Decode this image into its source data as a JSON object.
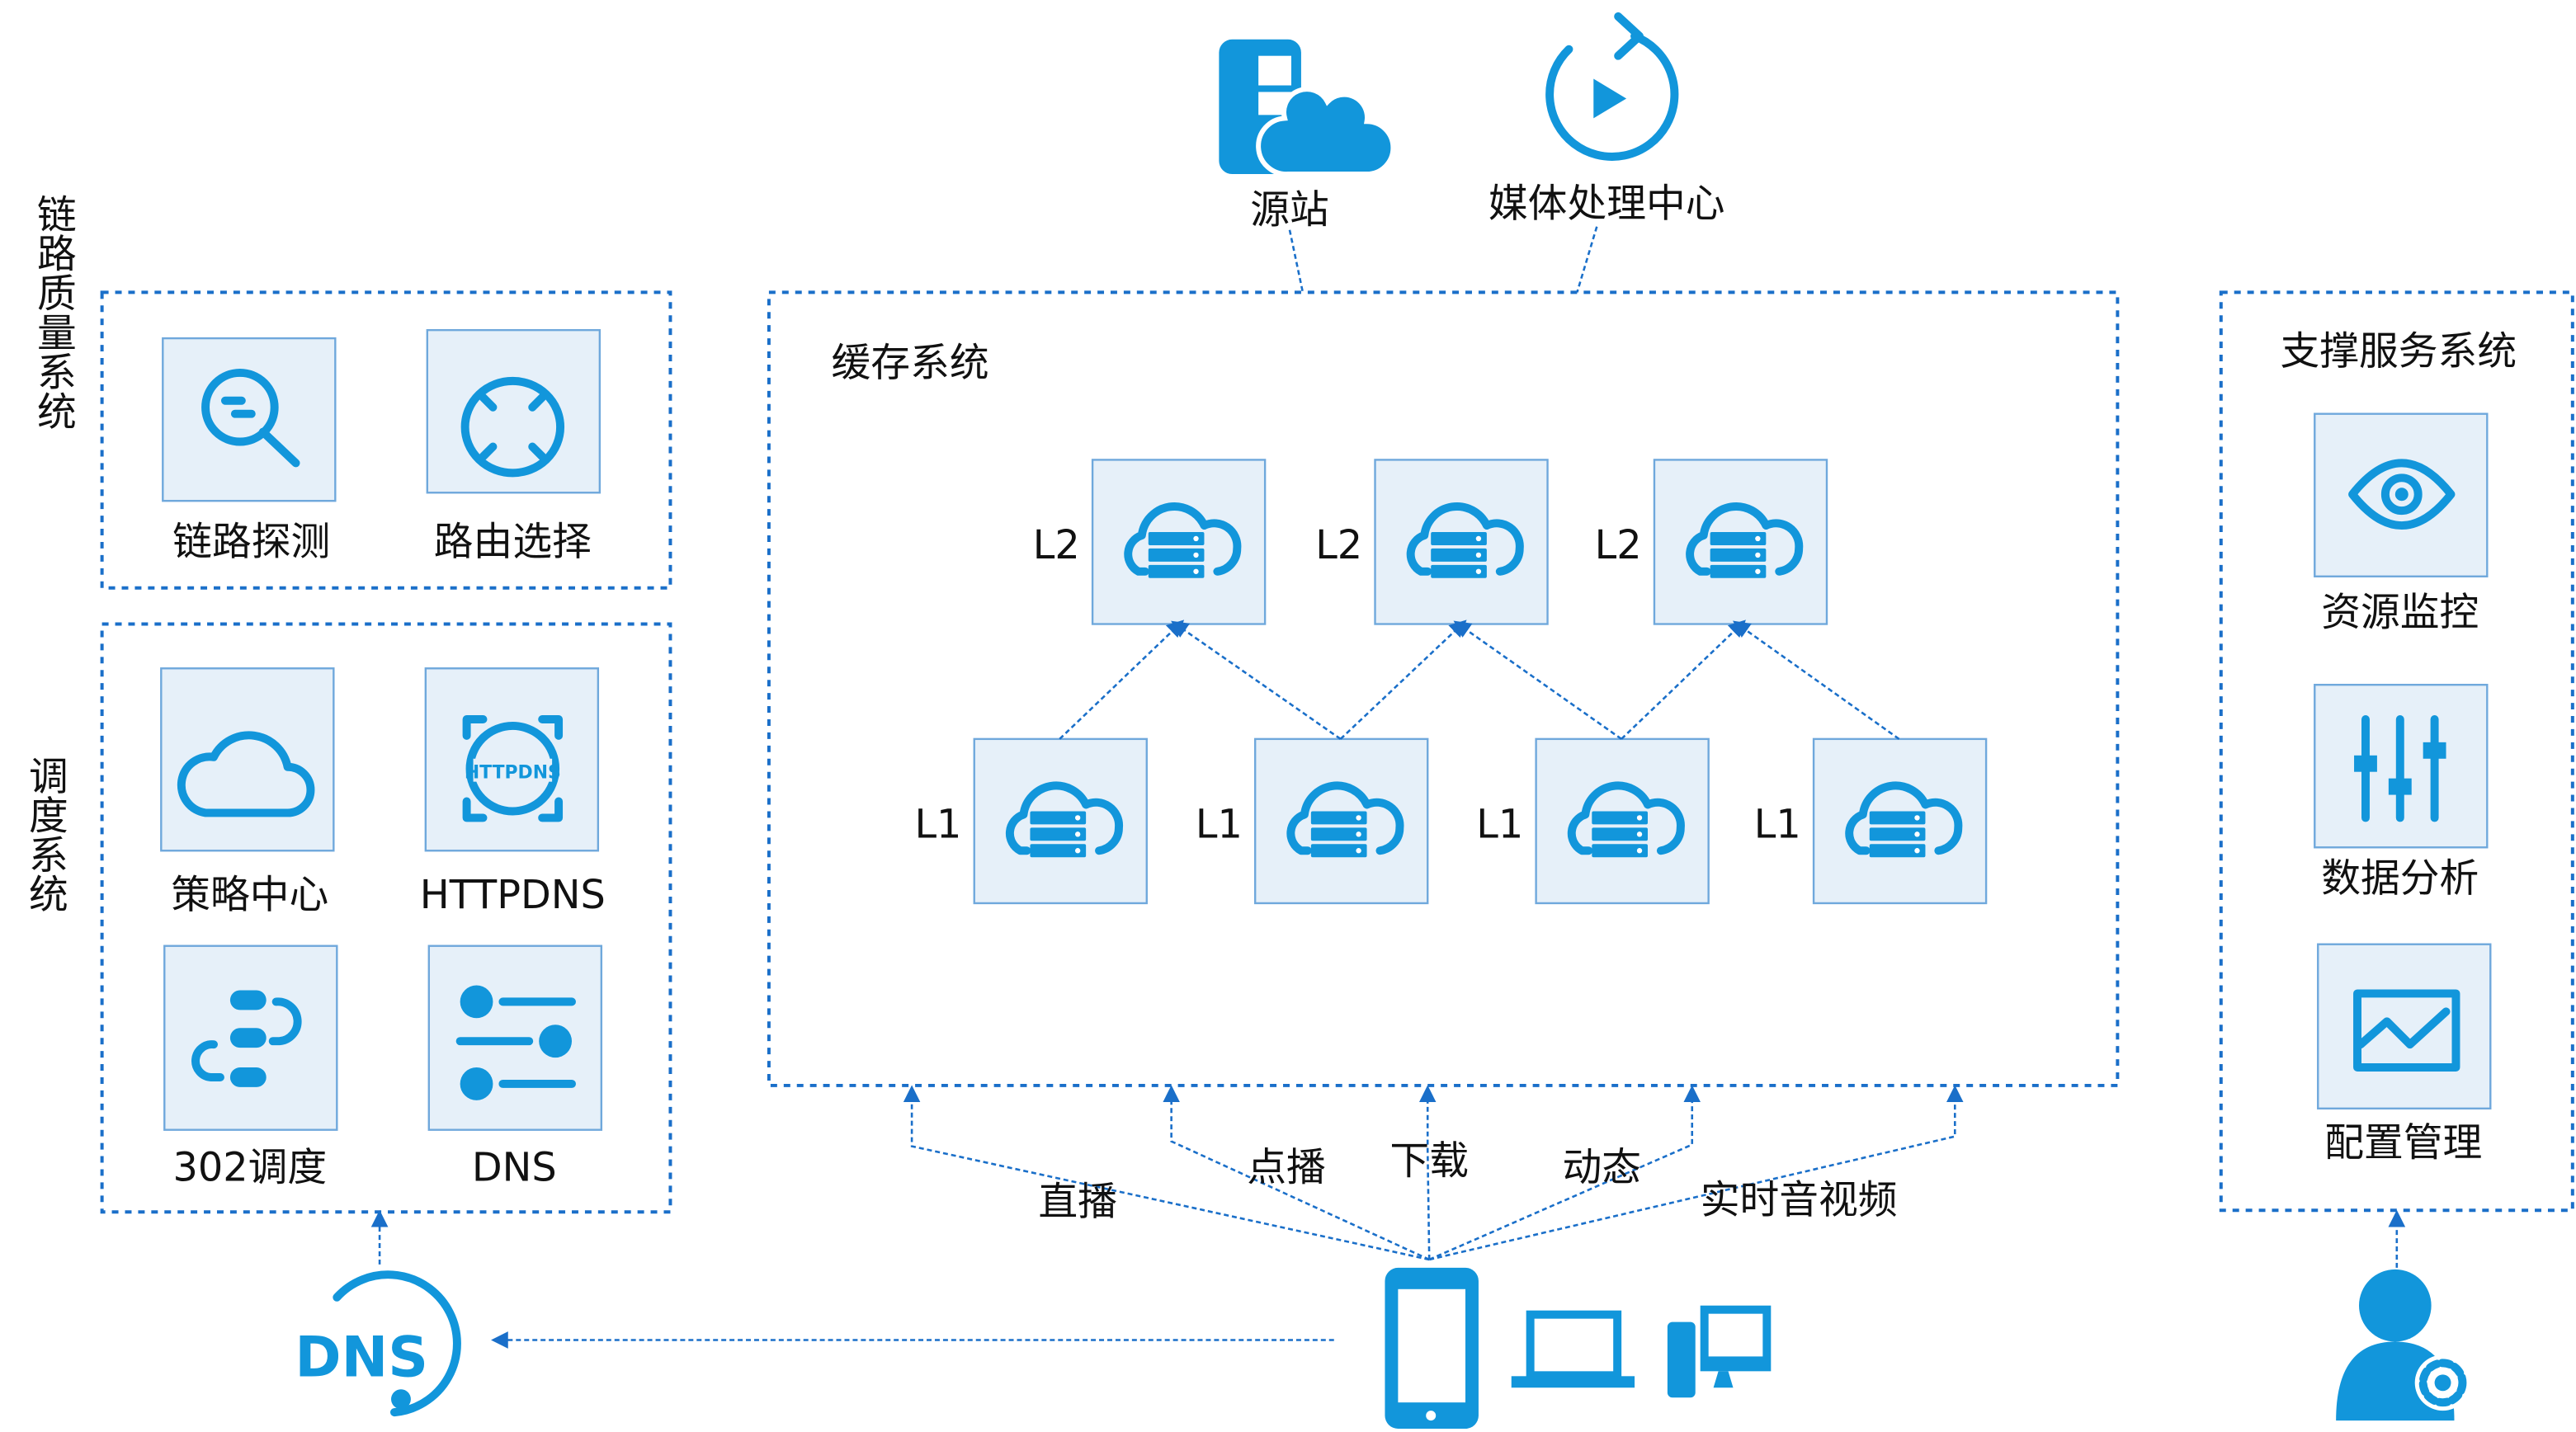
{
  "colors": {
    "accent": "#1296db",
    "tile_bg": "#e6f0f9",
    "dashed_line": "#1a6fc9"
  },
  "top": {
    "origin_label": "源站",
    "media_label": "媒体处理中心"
  },
  "link_quality": {
    "title": "链路质量系统",
    "items": [
      {
        "label": "链路探测",
        "icon": "link-search-icon"
      },
      {
        "label": "路由选择",
        "icon": "route-arrows-icon"
      }
    ]
  },
  "scheduling": {
    "title": "调度系统",
    "items": [
      {
        "label": "策略中心",
        "icon": "cloud-sync-icon"
      },
      {
        "label": "HTTPDNS",
        "icon": "httpdns-globe-icon",
        "icon_text": "HTTPDNS"
      },
      {
        "label": "302调度",
        "icon": "redirect-icon"
      },
      {
        "label": "DNS",
        "icon": "dns-list-icon"
      }
    ]
  },
  "cache": {
    "title": "缓存系统",
    "l2": [
      "L2",
      "L2",
      "L2"
    ],
    "l1": [
      "L1",
      "L1",
      "L1",
      "L1"
    ]
  },
  "support": {
    "title": "支撑服务系统",
    "items": [
      {
        "label": "资源监控",
        "icon": "eye-icon"
      },
      {
        "label": "数据分析",
        "icon": "sliders-icon"
      },
      {
        "label": "配置管理",
        "icon": "chart-config-icon"
      }
    ]
  },
  "dns_logo": "DNS",
  "traffic": [
    "直播",
    "点播",
    "下载",
    "动态",
    "实时音视频"
  ]
}
